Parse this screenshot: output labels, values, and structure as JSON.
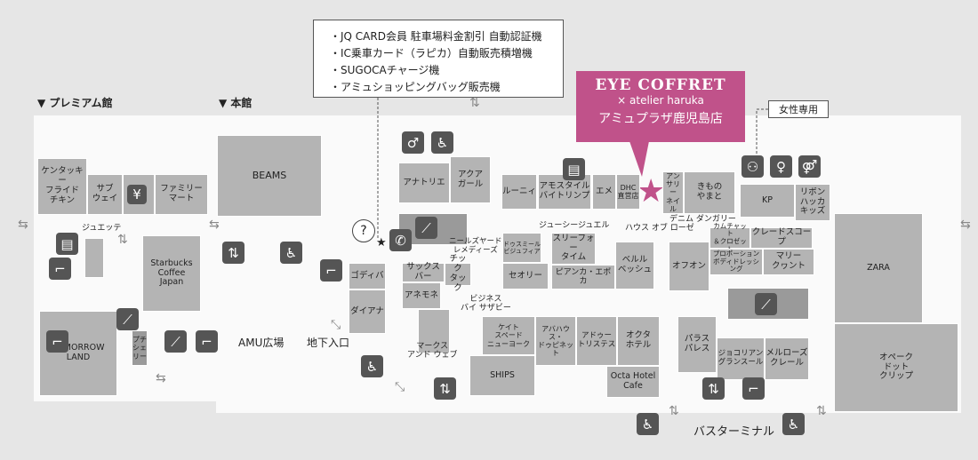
{
  "callout": {
    "items": [
      "・JQ CARD会員 駐車場料金割引 自動認証機",
      "・IC乗車カード（ラピカ）自動販売積増機",
      "・SUGOCAチャージ機",
      "・アミュショッピングバッグ販売機"
    ]
  },
  "promo": {
    "brand": "EYE COFFRET",
    "sub_x": "× atelier haruka",
    "location": "アミュプラザ鹿児島店"
  },
  "sections": {
    "premium": "▼ プレミアム館",
    "main": "▼ 本館"
  },
  "women_only": "女性専用",
  "stores": {
    "kfc": "ケンタッキー\nフライド\nチキン",
    "subway": "サブ\nウェイ",
    "familymart": "ファミリー\nマート",
    "jueze": "ジュエッテ",
    "starbucks": "Starbucks\nCoffee\nJapan",
    "petit": "プチ\nシェ\nリー",
    "tomorrowland": "TOMORROW\nLAND",
    "beams": "BEAMS",
    "anatrie": "アナトリエ",
    "aquagirl": "アクア\nガール",
    "runi": "ルーニィ",
    "amostyle": "アモスタイル\nバイトリンプ",
    "eme": "エメ",
    "dhc": "DHC\n直営店",
    "ansary": "アン\nサリー\nネイル",
    "kimonoyamato": "きもの\nやまと",
    "kp": "KP",
    "ribbon": "リボン\nハッカ\nキッズ",
    "godiva": "ゴディバ",
    "diana": "ダイアナ",
    "neal": "ニールズヤード\nレメディーズ",
    "dosmile": "ドゥスミール\nビジュフィア",
    "cecilie": "セオリー",
    "jssc": "ジューシージュエル",
    "three": "スリーフォー\nタイム",
    "pb": "ピアンカ・エポカ",
    "bellpepe": "ベルル\nベッシュ",
    "house": "ハウス オブ ローゼ",
    "denim": "デニム ダンガリー",
    "karmi": "カムチャット\n＆クロゼット",
    "grade": "クレードスコープ",
    "offon": "オフオン",
    "proportion": "プロポーション\nボディドレッシング",
    "mary": "マリー\nクヮント",
    "zara": "ZARA",
    "sacks": "サックスバー",
    "tic": "チック\nタック",
    "anemone": "アネモネ",
    "biz": "ビジネス\nバイ サザビー",
    "marks": "マークス\nアンド ウェブ",
    "kate": "ケイト\nスペード\nニューヨーク",
    "abahouse": "アバハウス・\nドゥピネット",
    "adore": "アドゥー\nトリステス",
    "octa": "オクタ\nホテル",
    "ships": "SHIPS",
    "octacafe": "Octa Hotel\nCafe",
    "palas": "パラス\nパレス",
    "jojo": "ジョコリアン\nグランスール",
    "merlose": "メルローズ\nクレール",
    "operaclip": "オペーク\nドット\nクリップ"
  },
  "labels": {
    "amu_square": "AMU広場",
    "underground": "地下入口",
    "bus_terminal": "バスターミナル",
    "info": "?"
  },
  "colors": {
    "store": "#b4b4b4",
    "floor": "#fafafa",
    "promo": "#c0528a",
    "star": "#c0528a",
    "icon": "#555555"
  }
}
